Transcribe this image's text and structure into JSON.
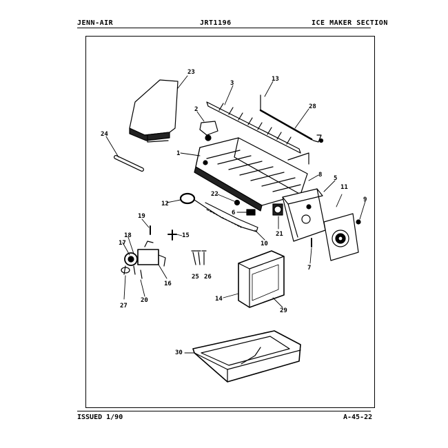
{
  "header": {
    "brand": "JENN-AIR",
    "model": "JRT1196",
    "section": "ICE MAKER SECTION"
  },
  "footer": {
    "issued": "ISSUED 1/90",
    "page": "A-45-22"
  },
  "callouts": [
    "23",
    "3",
    "13",
    "28",
    "2",
    "24",
    "1",
    "8",
    "5",
    "11",
    "9",
    "22",
    "12",
    "6",
    "19",
    "15",
    "10",
    "21",
    "18",
    "17",
    "7",
    "16",
    "25",
    "26",
    "27",
    "20",
    "14",
    "29",
    "30"
  ]
}
